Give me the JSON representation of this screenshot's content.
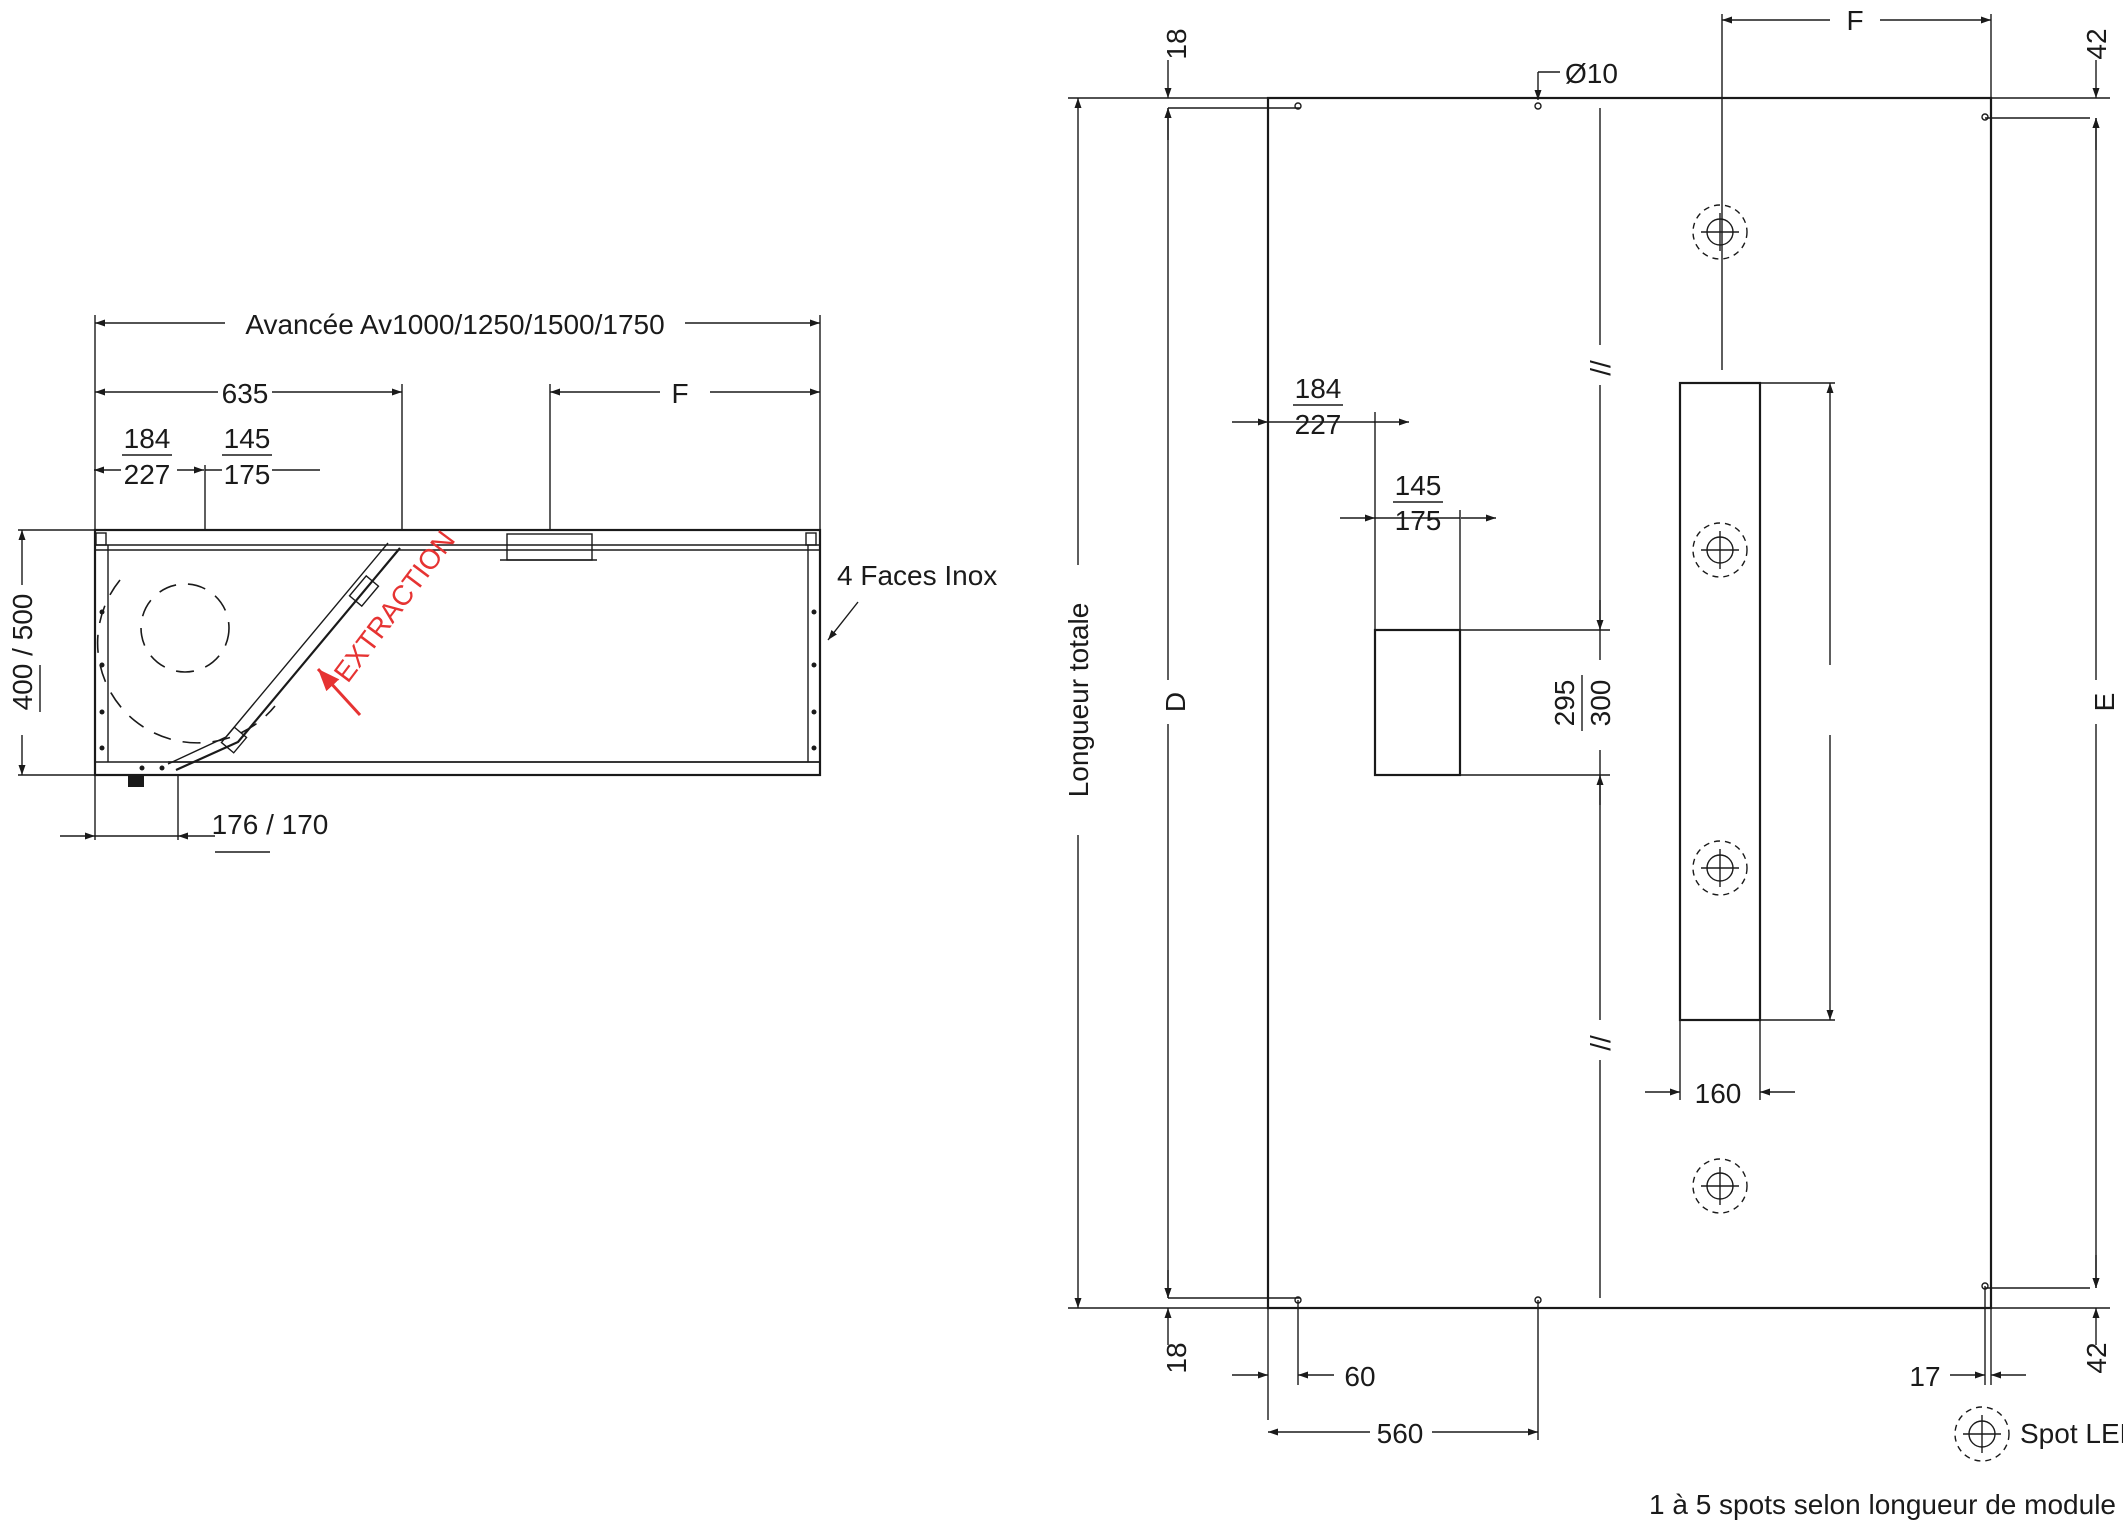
{
  "colors": {
    "line": "#1a1a1a",
    "accent": "#e63332",
    "background": "#ffffff"
  },
  "left_view": {
    "overall_width_label": "Avancée Av1000/1250/1500/1750",
    "dim_635": "635",
    "dim_f": "F",
    "dim_184": "184",
    "dim_227": "227",
    "dim_145": "145",
    "dim_175": "175",
    "height_label": "400 / 500",
    "bottom_label": "176 / 170",
    "faces_label": "4 Faces Inox",
    "extraction_label": "EXTRACTION"
  },
  "right_view": {
    "dim_f": "F",
    "dim_18_top": "18",
    "dim_18_bottom": "18",
    "dim_42_top": "42",
    "dim_42_bottom": "42",
    "hole_label": "Ø10",
    "dim_184": "184",
    "dim_227": "227",
    "dim_145": "145",
    "dim_175": "175",
    "dim_295": "295",
    "dim_300": "300",
    "break_mark_top": "//",
    "break_mark_bottom": "//",
    "total_length_label": "Longueur totale",
    "dim_d": "D",
    "dim_e": "E",
    "dim_160": "160",
    "dim_60": "60",
    "dim_560": "560",
    "dim_17": "17"
  },
  "legend": {
    "spot_label": "Spot LED",
    "spots_note": "1 à 5 spots selon longueur de module",
    "spot_icon": "spot-led-icon"
  }
}
